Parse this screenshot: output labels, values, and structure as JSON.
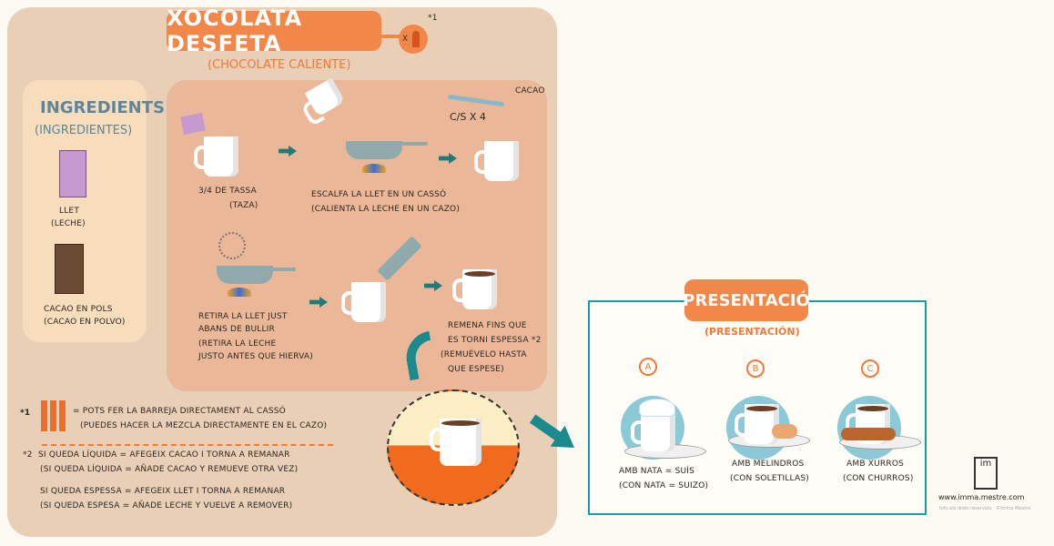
{
  "title": "Xocolata desfeta",
  "title_note": "*1",
  "title_servings": "x",
  "subtitle": "(Chocolate caliente)",
  "ingredients": {
    "heading": "Ingredients",
    "heading_es": "(Ingredientes)",
    "items": [
      {
        "label": "Llet",
        "label_es": "(Leche)"
      },
      {
        "label": "Cacao en pols",
        "label_es": "(Cacao en polvo)"
      }
    ]
  },
  "steps": [
    {
      "line1": "3/4 de tassa",
      "line2": "(taza)"
    },
    {
      "line1": "Escalfa la llet en un cassó",
      "line2": "(Calienta la leche en un cazo)"
    },
    {
      "label": "Cacao",
      "quantity": "c/s x 4"
    },
    {
      "line1": "Retira la llet just",
      "line2": "abans de bullir",
      "line3": "(Retira la leche",
      "line4": "justo antes que hierva)"
    },
    {
      "line1": "Remena fins que",
      "line2": "es torni espessa *2",
      "line3": "(Remuévelo hasta",
      "line4": "que espese)"
    }
  ],
  "footnotes": {
    "n1_mark": "*1",
    "n1_line1": "= Pots fer la barreja directament al cassó",
    "n1_line2": "(Puedes hacer la mezcla directamente en el cazo)",
    "n2_mark": "*2",
    "n2_line1": "Si queda líquida = afegeix cacao i torna a remanar",
    "n2_line2": "(Si queda líquida = añade cacao y remueve otra vez)",
    "n2_line3": "Si queda espessa = afegeix llet i torna a remanar",
    "n2_line4": "(Si queda espesa = añade leche y vuelve a remover)"
  },
  "presentation": {
    "title": "Presentació",
    "subtitle": "(Presentación)",
    "options": [
      {
        "letter": "A",
        "line1": "Amb nata = suís",
        "line2": "(Con nata = suizo)"
      },
      {
        "letter": "B",
        "line1": "Amb melindros",
        "line2": "(Con soletillas)"
      },
      {
        "letter": "C",
        "line1": "Amb xurros",
        "line2": "(Con churros)"
      }
    ]
  },
  "credits": {
    "logo": "im",
    "url": "www.imma.mestre.com",
    "rights": "tots els drets reservats · ©Imma Mestre"
  },
  "colors": {
    "orange": "#f2874a",
    "teal": "#1b9aaa",
    "arrow": "#1d7c78"
  }
}
